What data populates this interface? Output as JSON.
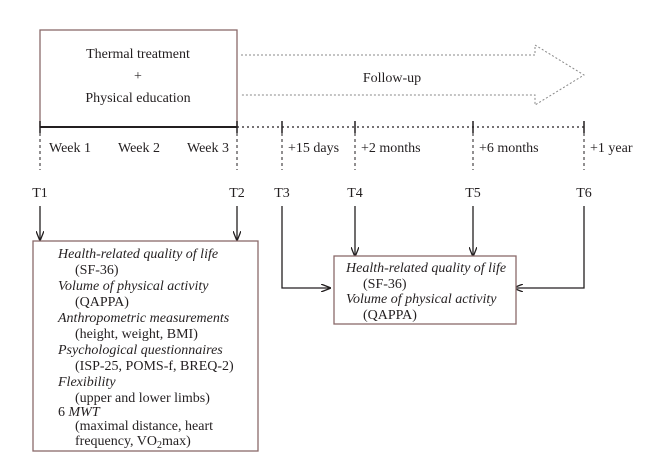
{
  "top_box": {
    "line1": "Thermal treatment",
    "line2": "+",
    "line3": "Physical education"
  },
  "followup_label": "Follow-up",
  "timeline": {
    "weeks": [
      "Week 1",
      "Week 2",
      "Week 3"
    ],
    "followup_times": [
      "+15 days",
      "+2 months",
      "+6 months",
      "+1 year"
    ],
    "points": [
      "T1",
      "T2",
      "T3",
      "T4",
      "T5",
      "T6"
    ]
  },
  "left_box": {
    "items": [
      {
        "title": "Health-related quality of life",
        "detail": "(SF-36)"
      },
      {
        "title": "Volume of physical activity",
        "detail": "(QAPPA)"
      },
      {
        "title": "Anthropometric measurements",
        "detail": "(height, weight, BMI)"
      },
      {
        "title": "Psychological questionnaires",
        "detail": "(ISP-25, POMS-f, BREQ-2)"
      },
      {
        "title": "Flexibility",
        "detail": "(upper and lower limbs)"
      }
    ],
    "mwt_prefix": "6",
    "mwt_title": "MWT",
    "mwt_detail1": "(maximal distance, heart",
    "mwt_detail2_a": "frequency, VO",
    "mwt_detail2_sub": "2",
    "mwt_detail2_b": "max)"
  },
  "right_box": {
    "items": [
      {
        "title": "Health-related quality of life",
        "detail": "(SF-36)"
      },
      {
        "title": "Volume of physical activity",
        "detail": "(QAPPA)"
      }
    ]
  },
  "colors": {
    "box_border": "#8a6a6a",
    "line": "#231f20",
    "dotted": "#888888"
  }
}
